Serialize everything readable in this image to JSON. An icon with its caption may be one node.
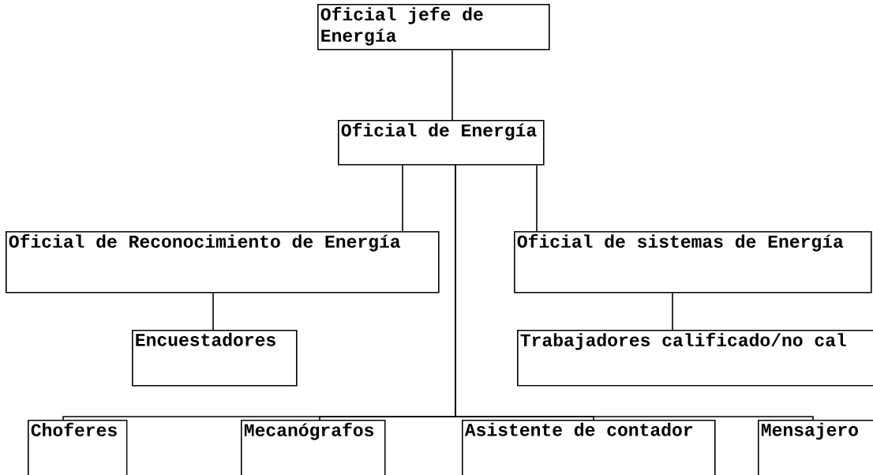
{
  "diagram": {
    "nodes": [
      {
        "text": [
          "Oficial jefe de Energía"
        ]
      },
      {
        "text": [
          "Oficial de Energía"
        ]
      },
      {
        "text": [
          "Oficial de Reconocimiento de Energía"
        ]
      },
      {
        "text": [
          "Oficial de sistemas de Energía"
        ]
      },
      {
        "text": [
          "Encuestadores"
        ]
      },
      {
        "text": [
          "Trabajadores calificado/no cal"
        ]
      },
      {
        "text": [
          "Choferes"
        ]
      },
      {
        "text": [
          "Mecanógrafos"
        ]
      },
      {
        "text": [
          "Asistente de contador"
        ]
      },
      {
        "text": [
          "Mensajero"
        ]
      }
    ],
    "edges": [
      {
        "from": 0,
        "to": 1,
        "arrow": "none"
      },
      {
        "from": 1,
        "to": 2,
        "arrow": "none"
      },
      {
        "from": 1,
        "to": 3,
        "arrow": "none"
      },
      {
        "from": 2,
        "to": 4,
        "arrow": "none"
      },
      {
        "from": 3,
        "to": 5,
        "arrow": "none"
      },
      {
        "from": 1,
        "to": 6,
        "arrow": "none"
      },
      {
        "from": 1,
        "to": 7,
        "arrow": "none"
      },
      {
        "from": 1,
        "to": 8,
        "arrow": "none"
      },
      {
        "from": 1,
        "to": 9,
        "arrow": "none"
      }
    ]
  }
}
